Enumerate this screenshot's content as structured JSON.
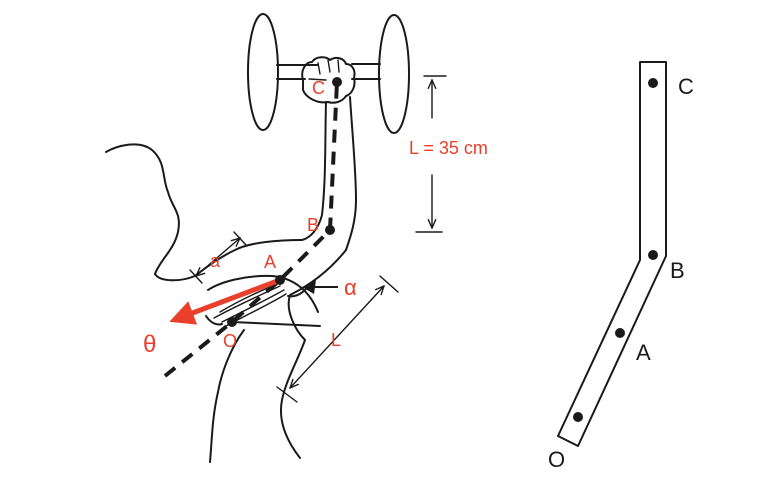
{
  "figure": {
    "arm_labels": {
      "c": "C",
      "b": "B",
      "a": "A",
      "o": "O",
      "a_length": "a",
      "alpha": "α",
      "forearm_length": "L",
      "theta": "θ",
      "dumbbell_height": "L = 35 cm"
    },
    "schematic_labels": {
      "c": "C",
      "b": "B",
      "a": "A",
      "o": "O"
    },
    "colors": {
      "ink": "#1a1a1a",
      "accent": "#e8402a"
    }
  }
}
